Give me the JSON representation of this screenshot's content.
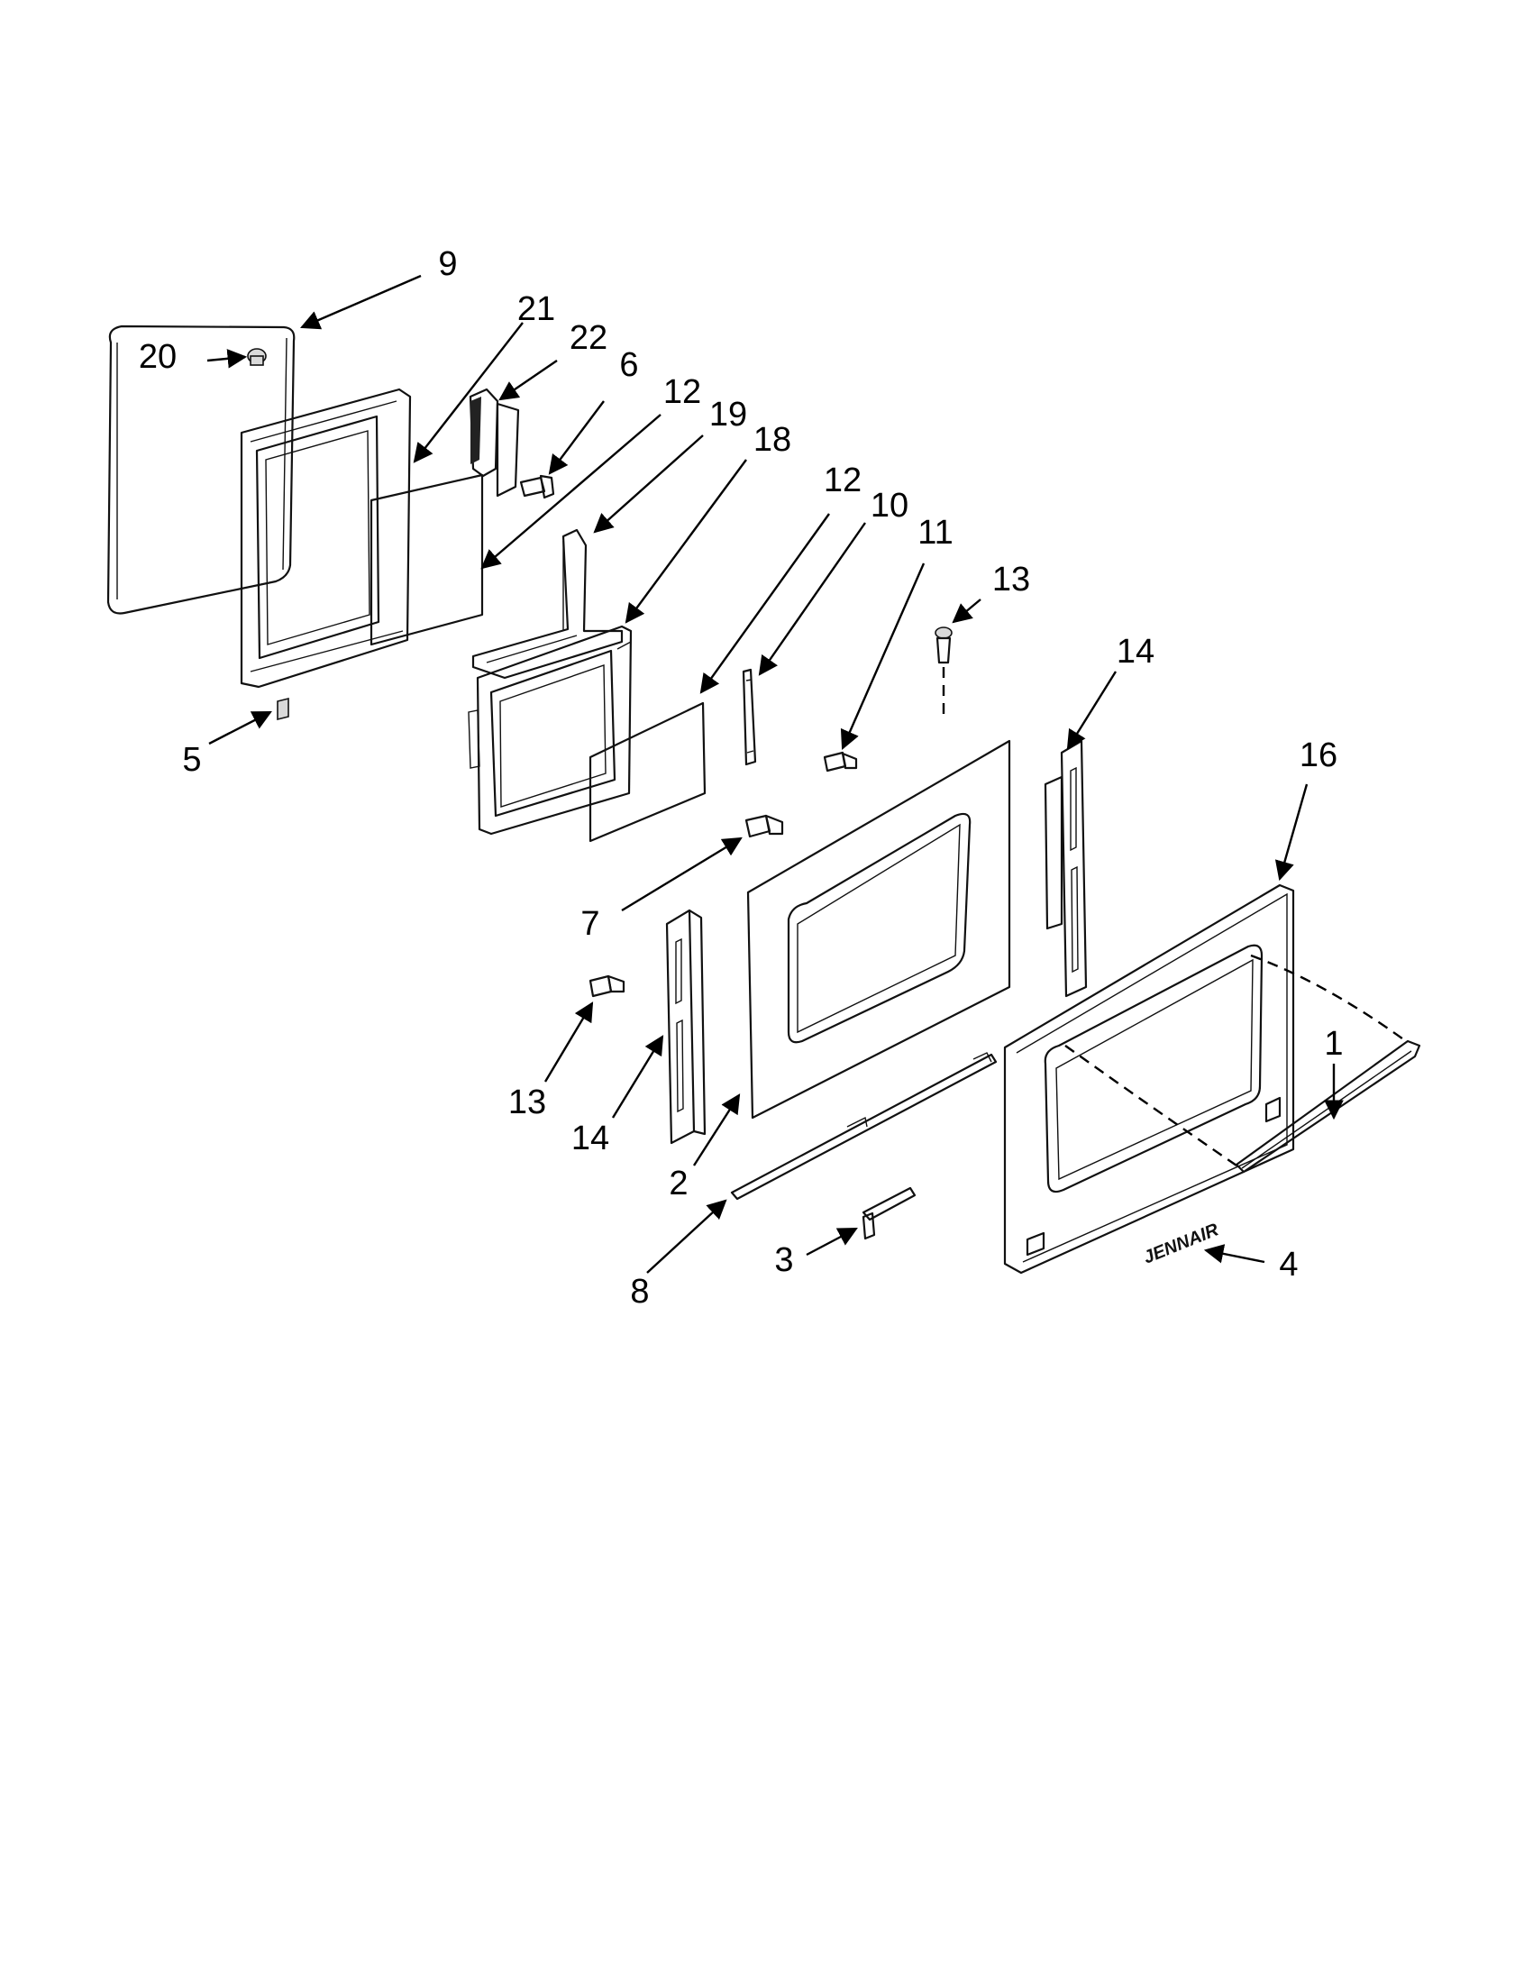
{
  "diagram": {
    "callouts": [
      {
        "id": "c1",
        "text": "1"
      },
      {
        "id": "c2",
        "text": "2"
      },
      {
        "id": "c3",
        "text": "3"
      },
      {
        "id": "c4",
        "text": "4"
      },
      {
        "id": "c5",
        "text": "5"
      },
      {
        "id": "c6",
        "text": "6"
      },
      {
        "id": "c7",
        "text": "7"
      },
      {
        "id": "c8",
        "text": "8"
      },
      {
        "id": "c9",
        "text": "9"
      },
      {
        "id": "c10",
        "text": "10"
      },
      {
        "id": "c11",
        "text": "11"
      },
      {
        "id": "c12a",
        "text": "12"
      },
      {
        "id": "c12b",
        "text": "12"
      },
      {
        "id": "c13a",
        "text": "13"
      },
      {
        "id": "c13b",
        "text": "13"
      },
      {
        "id": "c14a",
        "text": "14"
      },
      {
        "id": "c14b",
        "text": "14"
      },
      {
        "id": "c16",
        "text": "16"
      },
      {
        "id": "c18",
        "text": "18"
      },
      {
        "id": "c19",
        "text": "19"
      },
      {
        "id": "c20",
        "text": "20"
      },
      {
        "id": "c21",
        "text": "21"
      },
      {
        "id": "c22",
        "text": "22"
      }
    ],
    "brand_logo": "JENNAIR"
  }
}
